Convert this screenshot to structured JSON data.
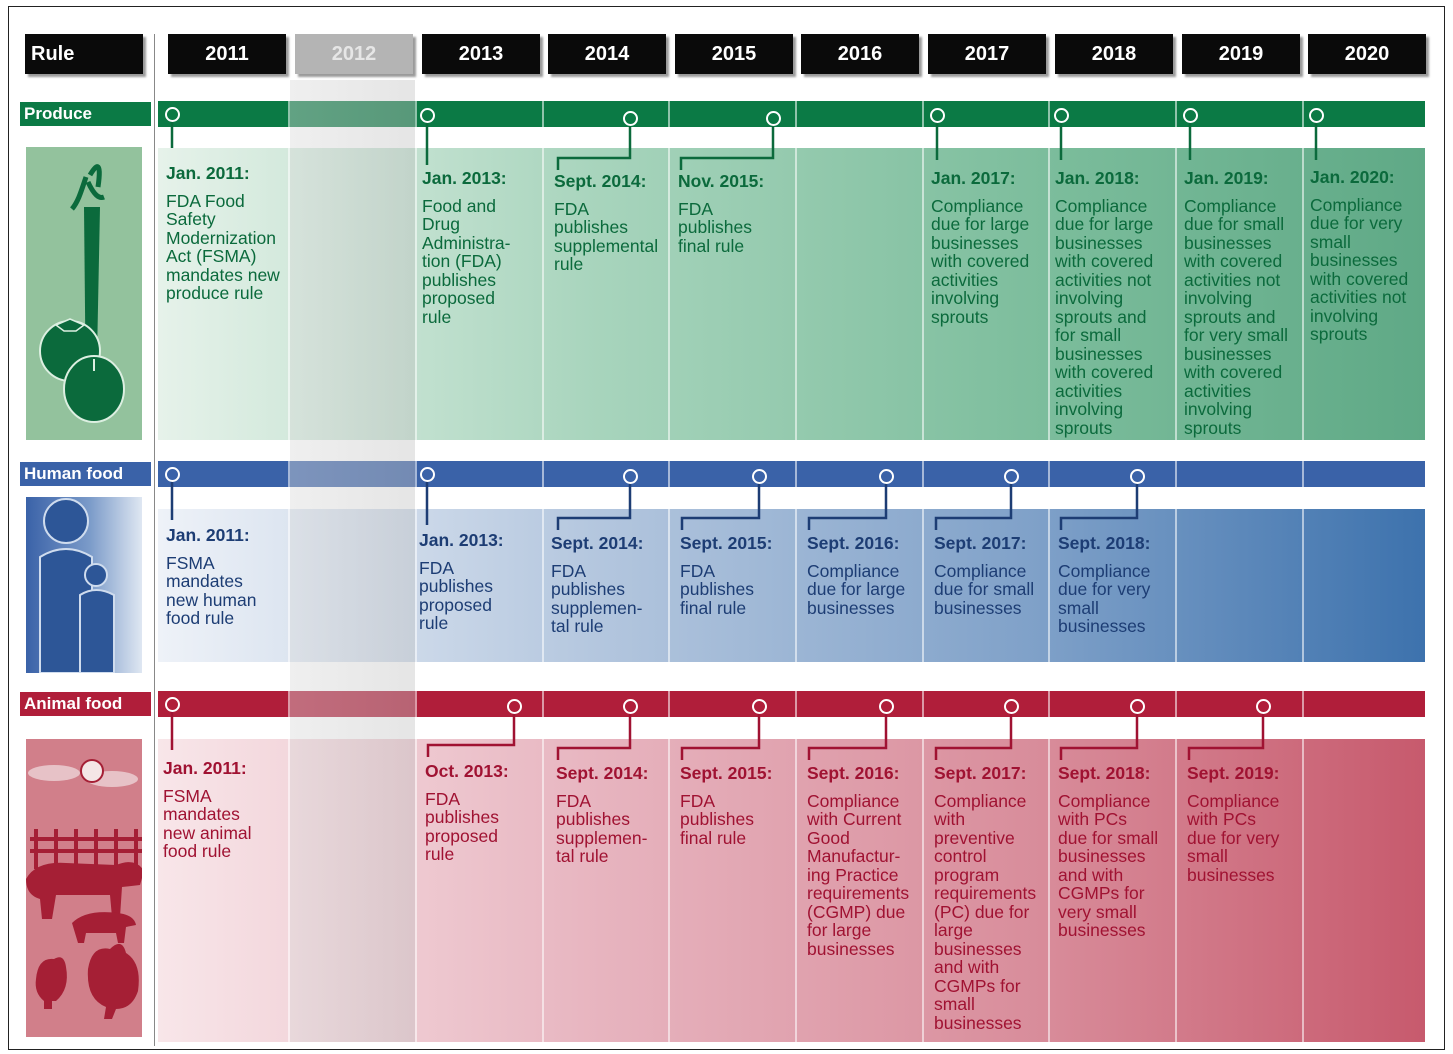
{
  "header": {
    "rule_label": "Rule",
    "years": [
      "2011",
      "2012",
      "2013",
      "2014",
      "2015",
      "2016",
      "2017",
      "2018",
      "2019",
      "2020"
    ]
  },
  "colors": {
    "produce": "#0b7a45",
    "human_food": "#3a62a8",
    "animal_food": "#b01e3a"
  },
  "icons": {
    "produce": "carrot-tomato-apple-icon",
    "human_food": "adult-child-silhouette-icon",
    "animal_food": "farm-animals-icon"
  },
  "rows": {
    "produce": {
      "label": "Produce",
      "events": [
        {
          "date": "Jan. 2011:",
          "text": "FDA Food\nSafety\nModernization\nAct (FSMA)\nmandates new\nproduce rule"
        },
        {
          "date": "Jan. 2013:",
          "text": "Food and\nDrug\nAdministra-\ntion (FDA)\npublishes\nproposed\nrule"
        },
        {
          "date": "Sept. 2014:",
          "text": "FDA\npublishes\nsupplemental\nrule"
        },
        {
          "date": "Nov. 2015:",
          "text": "FDA\npublishes\nfinal rule"
        },
        {
          "date": "Jan. 2017:",
          "text": "Compliance\ndue for large\nbusinesses\nwith covered\nactivities\ninvolving\nsprouts"
        },
        {
          "date": "Jan. 2018:",
          "text": "Compliance\ndue for large\nbusinesses\nwith covered\nactivities not\ninvolving\nsprouts and\nfor small\nbusinesses\nwith covered\nactivities\ninvolving\nsprouts"
        },
        {
          "date": "Jan. 2019:",
          "text": "Compliance\ndue for small\nbusinesses\nwith covered\nactivities not\ninvolving\nsprouts and\nfor very small\nbusinesses\nwith covered\nactivities\ninvolving\nsprouts"
        },
        {
          "date": "Jan. 2020:",
          "text": "Compliance\ndue for very\nsmall\nbusinesses\nwith covered\nactivities not\ninvolving\nsprouts"
        }
      ]
    },
    "human_food": {
      "label": "Human food",
      "events": [
        {
          "date": "Jan. 2011:",
          "text": "FSMA\nmandates\nnew human\nfood rule"
        },
        {
          "date": "Jan. 2013:",
          "text": "FDA\npublishes\nproposed\nrule"
        },
        {
          "date": "Sept. 2014:",
          "text": "FDA\npublishes\nsupplemen-\ntal rule"
        },
        {
          "date": "Sept. 2015:",
          "text": "FDA\npublishes\nfinal rule"
        },
        {
          "date": "Sept. 2016:",
          "text": "Compliance\ndue for large\nbusinesses"
        },
        {
          "date": "Sept. 2017:",
          "text": "Compliance\ndue for small\nbusinesses"
        },
        {
          "date": "Sept. 2018:",
          "text": "Compliance\ndue for very\nsmall\nbusinesses"
        }
      ]
    },
    "animal_food": {
      "label": "Animal food",
      "events": [
        {
          "date": "Jan. 2011:",
          "text": "FSMA\nmandates\nnew animal\nfood rule"
        },
        {
          "date": "Oct. 2013:",
          "text": "FDA\npublishes\nproposed\nrule"
        },
        {
          "date": "Sept. 2014:",
          "text": "FDA\npublishes\nsupplemen-\ntal rule"
        },
        {
          "date": "Sept. 2015:",
          "text": "FDA\npublishes\nfinal rule"
        },
        {
          "date": "Sept. 2016:",
          "text": "Compliance\nwith Current\nGood\nManufactur-\ning Practice\nrequirements\n(CGMP) due\nfor large\nbusinesses"
        },
        {
          "date": "Sept. 2017:",
          "text": "Compliance\nwith\npreventive\ncontrol\nprogram\nrequirements\n(PC) due for\nlarge\nbusinesses\nand with\nCGMPs for\nsmall\nbusinesses"
        },
        {
          "date": "Sept. 2018:",
          "text": "Compliance\nwith PCs\ndue for small\nbusinesses\nand with\nCGMPs for\nvery small\nbusinesses"
        },
        {
          "date": "Sept. 2019:",
          "text": "Compliance\nwith PCs\ndue for very\nsmall\nbusinesses"
        }
      ]
    }
  }
}
